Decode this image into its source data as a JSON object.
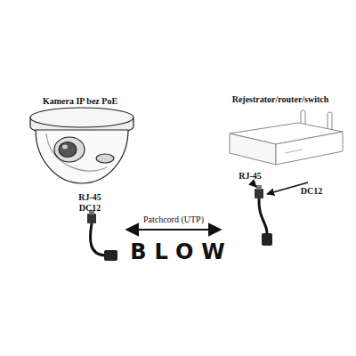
{
  "diagram": {
    "nodes": [
      {
        "text": [
          "Kamera IP bez PoE"
        ]
      },
      {
        "text": [
          "Rejestrator/router/switch"
        ]
      }
    ],
    "edges": [
      {
        "from": 0,
        "to": 1,
        "label": "Patchcord (UTP)",
        "arrow": "both"
      }
    ],
    "labels": [
      "RJ-45",
      "DC12",
      "RJ-45",
      "DC12",
      "BLOW"
    ]
  }
}
